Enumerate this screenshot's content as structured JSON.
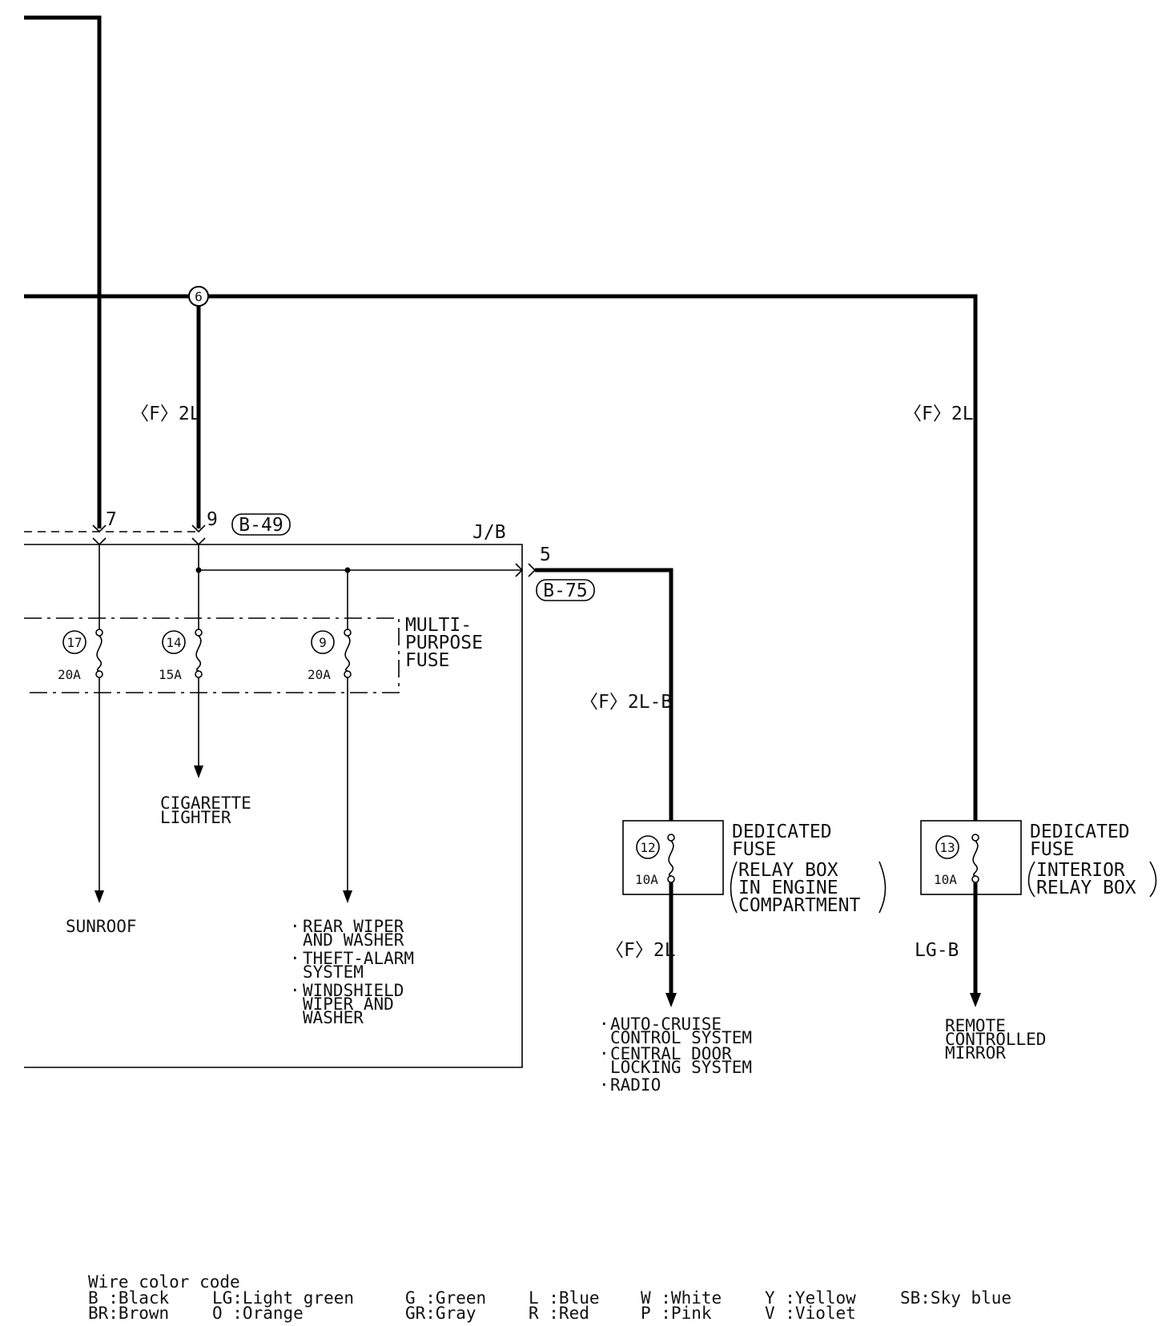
{
  "wire_labels": {
    "f2l_left": "〈F〉2L",
    "f2l_right": "〈F〉2L",
    "f2lb": "〈F〉2L-B",
    "f2l_lower": "〈F〉2L",
    "lgb": "LG-B"
  },
  "junction_point": "6",
  "connectors": {
    "b49": "B-49",
    "b75": "B-75"
  },
  "pins": {
    "pin7": "7",
    "pin9": "9",
    "pin5": "5"
  },
  "jb_label": "J/B",
  "multi_purpose_fuse": {
    "label_lines": [
      "MULTI-",
      "PURPOSE",
      "FUSE"
    ],
    "fuses": [
      {
        "number": "17",
        "rating": "20A"
      },
      {
        "number": "14",
        "rating": "15A"
      },
      {
        "number": "9",
        "rating": "20A"
      }
    ]
  },
  "dedicated_fuse_engine": {
    "number": "12",
    "rating": "10A",
    "title_lines": [
      "DEDICATED",
      "FUSE"
    ],
    "location_lines": [
      "RELAY BOX",
      "IN ENGINE",
      "COMPARTMENT"
    ]
  },
  "dedicated_fuse_interior": {
    "number": "13",
    "rating": "10A",
    "title_lines": [
      "DEDICATED",
      "FUSE"
    ],
    "location_lines": [
      "INTERIOR",
      "RELAY BOX"
    ]
  },
  "destinations": {
    "sunroof": "SUNROOF",
    "cigarette_lighter": [
      "CIGARETTE",
      "LIGHTER"
    ],
    "wiper_group": [
      [
        "REAR WIPER",
        "AND WASHER"
      ],
      [
        "THEFT-ALARM",
        "SYSTEM"
      ],
      [
        "WINDSHIELD",
        "WIPER AND",
        "WASHER"
      ]
    ],
    "cruise_group": [
      [
        "AUTO-CRUISE",
        "CONTROL SYSTEM"
      ],
      [
        "CENTRAL DOOR",
        "LOCKING SYSTEM"
      ],
      [
        "RADIO"
      ]
    ],
    "mirror": [
      "REMOTE",
      "CONTROLLED",
      "MIRROR"
    ]
  },
  "color_code": {
    "title": "Wire color code",
    "row1": [
      "B :Black",
      "LG:Light green",
      "G :Green",
      "L :Blue",
      "W :White",
      "Y :Yellow",
      "SB:Sky blue"
    ],
    "row2": [
      "BR:Brown",
      "O :Orange",
      "GR:Gray",
      "R :Red",
      "P :Pink",
      "V :Violet"
    ]
  }
}
